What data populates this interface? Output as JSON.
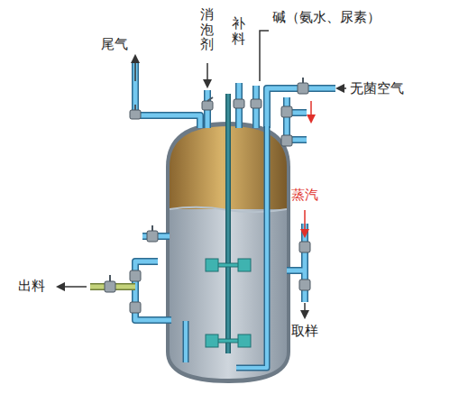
{
  "diagram": {
    "labels": [
      "尾气",
      "消泡剂",
      "补料",
      "碱（氨水、尿素）",
      "无菌空气",
      "蒸汽",
      "出料",
      "取样"
    ]
  }
}
